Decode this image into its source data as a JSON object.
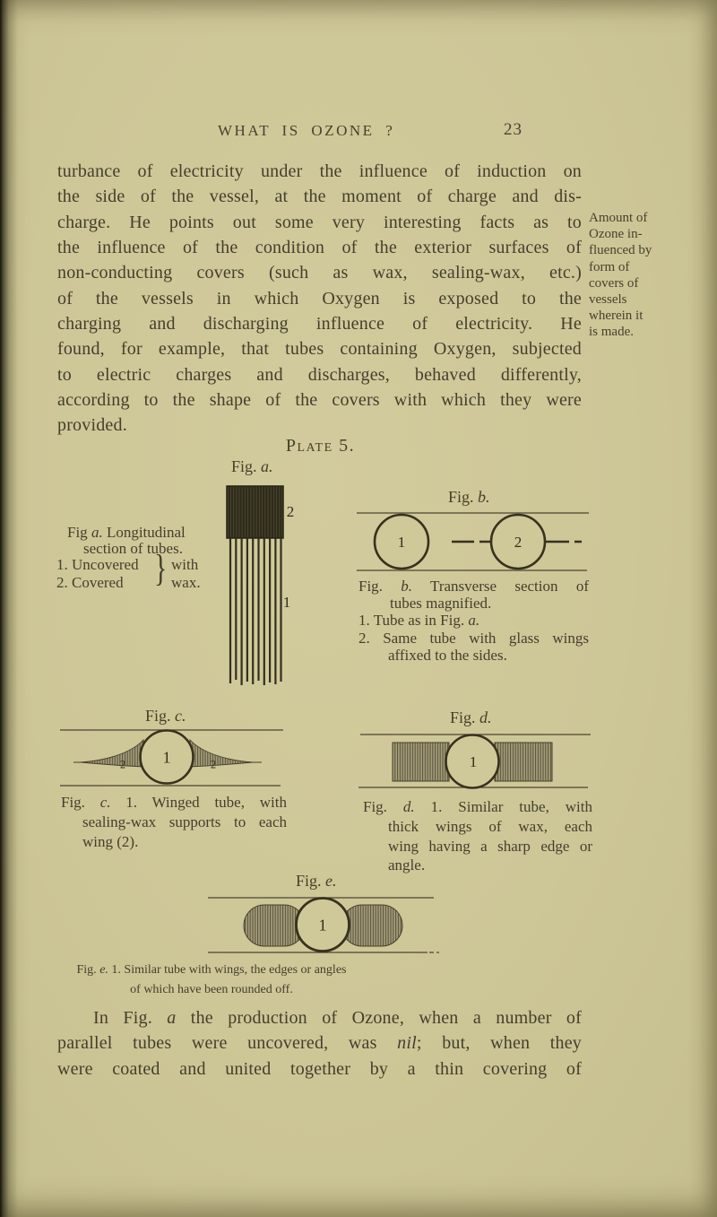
{
  "colors": {
    "page_background": "#cdc697",
    "ink": "#443e2d",
    "figure_hatch_fill": "#a69f79",
    "figure_dark_fill": "#2d2a19"
  },
  "header": {
    "title": "WHAT IS OZONE ?",
    "page_number": "23"
  },
  "para1": {
    "lines": [
      "turbance of electricity under the influence of induction on",
      "the side of the vessel, at the moment of charge and dis-",
      "charge.  He points out some very interesting facts as to",
      "the influence of the condition of the exterior surfaces of",
      "non-conducting covers (such as wax, sealing-wax, etc.)",
      "of the vessels in which Oxygen is exposed to the",
      "charging and discharging influence of electricity.  He",
      "found, for example, that tubes containing Oxygen, subjected",
      "to electric charges and discharges, behaved differently,",
      "according to the shape of the covers with which they were",
      "provided."
    ]
  },
  "margin_notes": [
    {
      "lines": [
        "Amount of",
        "Ozone in-",
        "fluenced by",
        "form of",
        "covers of",
        "vessels"
      ]
    },
    {
      "lines": [
        "wherein it",
        "is made."
      ]
    }
  ],
  "plate": {
    "title": "Plate 5."
  },
  "figures": {
    "a": {
      "label": [
        {
          "t": "Fig. "
        },
        {
          "t": "a.",
          "i": true
        }
      ],
      "caption": {
        "l1": [
          {
            "t": "Fig "
          },
          {
            "t": "a.",
            "i": true
          },
          {
            "t": "  Longitudinal"
          }
        ],
        "l2": "section of tubes.",
        "l3": "1.  Uncovered",
        "l4": "2.  Covered",
        "brace": "}",
        "r1": "with",
        "r2": "wax."
      },
      "numerals": {
        "cover": "2",
        "tubes": "1"
      }
    },
    "b": {
      "label": [
        {
          "t": "Fig. "
        },
        {
          "t": "b.",
          "i": true
        }
      ],
      "caption": {
        "l1": [
          {
            "t": "Fig. "
          },
          {
            "t": "b.",
            "i": true
          },
          {
            "t": " Transverse section of"
          }
        ],
        "l2": "tubes magnified.",
        "l3": [
          {
            "t": "1. Tube as in Fig. "
          },
          {
            "t": "a.",
            "i": true
          }
        ],
        "l4": "2. Same tube with glass wings",
        "l5": "affixed to the sides."
      },
      "numerals": {
        "tube1": "1",
        "tube2": "2"
      }
    },
    "c": {
      "label": [
        {
          "t": "Fig. "
        },
        {
          "t": "c.",
          "i": true
        }
      ],
      "caption": {
        "l1": [
          {
            "t": "Fig. "
          },
          {
            "t": "c.",
            "i": true
          },
          {
            "t": " 1. Winged tube, with"
          }
        ],
        "l2": "sealing-wax supports to each",
        "l3": "wing (2)."
      },
      "numerals": {
        "tube": "1",
        "wing_left": "2",
        "wing_right": "2"
      }
    },
    "d": {
      "label": [
        {
          "t": "Fig. "
        },
        {
          "t": "d.",
          "i": true
        }
      ],
      "caption": {
        "l1": [
          {
            "t": "Fig. "
          },
          {
            "t": "d.",
            "i": true
          },
          {
            "t": " 1. Similar tube, with"
          }
        ],
        "l2": "thick wings of wax, each",
        "l3": "wing having a sharp edge or",
        "l4": "angle."
      },
      "numerals": {
        "tube": "1"
      }
    },
    "e": {
      "label": [
        {
          "t": "Fig. "
        },
        {
          "t": "e.",
          "i": true
        }
      ],
      "caption": {
        "l1": [
          {
            "t": "Fig. "
          },
          {
            "t": "e.",
            "i": true
          },
          {
            "t": " 1. Similar tube with wings, the edges or angles"
          }
        ],
        "l2": "of which have been rounded off."
      },
      "numerals": {
        "tube": "1"
      }
    }
  },
  "para2": {
    "lines": [
      [
        {
          "t": "In Fig. "
        },
        {
          "t": "a",
          "i": true
        },
        {
          "t": " the production of Ozone, when a number of"
        }
      ],
      [
        {
          "t": "parallel tubes were uncovered, was "
        },
        {
          "t": "nil",
          "i": true
        },
        {
          "t": "; but, when they"
        }
      ],
      [
        {
          "t": "were coated and united together by a thin covering of"
        }
      ]
    ]
  }
}
